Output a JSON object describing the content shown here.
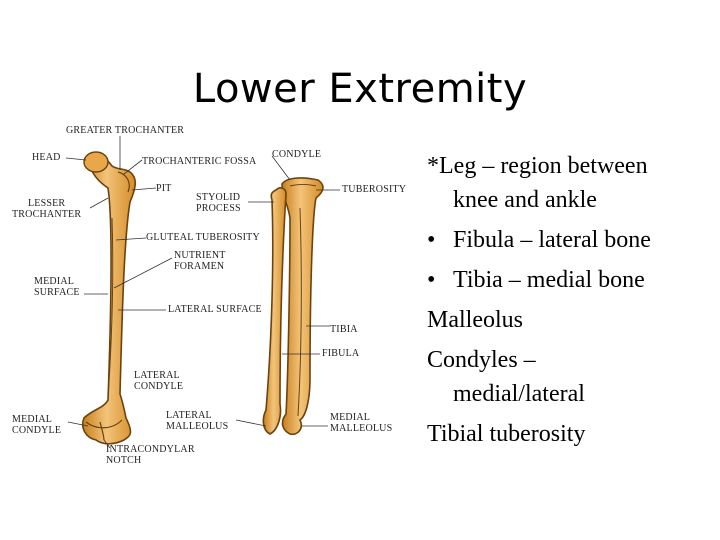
{
  "slide": {
    "title": "Lower Extremity"
  },
  "diagram": {
    "labels": {
      "greater_trochanter": "GREATER TROCHANTER",
      "head": "HEAD",
      "trochanteric_fossa": "TROCHANTERIC FOSSA",
      "pit": "PIT",
      "lesser_trochanter": "LESSER\nTROCHANTER",
      "styloid_process": "STYOLID\nPROCESS",
      "gluteal_tuberosity": "GLUTEAL TUBEROSITY",
      "nutrient_foramen": "NUTRIENT\nFORAMEN",
      "medial_surface": "MEDIAL\nSURFACE",
      "lateral_surface": "LATERAL SURFACE",
      "lateral_condyle": "LATERAL\nCONDYLE",
      "medial_condyle": "MEDIAL\nCONDYLE",
      "lateral_malleolus": "LATERAL\nMALLEOLUS",
      "intercondylar_notch": "INTRACONDYLAR\nNOTCH",
      "condyle": "CONDYLE",
      "tuberosity": "TUBEROSITY",
      "tibia": "TIBIA",
      "fibula": "FIBULA",
      "medial_malleolus": "MEDIAL\nMALLEOLUS"
    },
    "colors": {
      "bone_fill": "#d9962e",
      "bone_highlight": "#f2c47a",
      "bone_outline": "#6b4210",
      "leader_line": "#333333"
    }
  },
  "notes": {
    "items": [
      {
        "marker": "",
        "line1": "*Leg – region between",
        "line2": "knee and ankle"
      },
      {
        "marker": "•",
        "line1": "Fibula – lateral bone",
        "line2": ""
      },
      {
        "marker": "•",
        "line1": "Tibia – medial bone",
        "line2": ""
      },
      {
        "marker": "",
        "line1": "Malleolus",
        "line2": ""
      },
      {
        "marker": "",
        "line1": "Condyles –",
        "line2": "medial/lateral"
      },
      {
        "marker": "",
        "line1": "Tibial tuberosity",
        "line2": ""
      }
    ]
  }
}
